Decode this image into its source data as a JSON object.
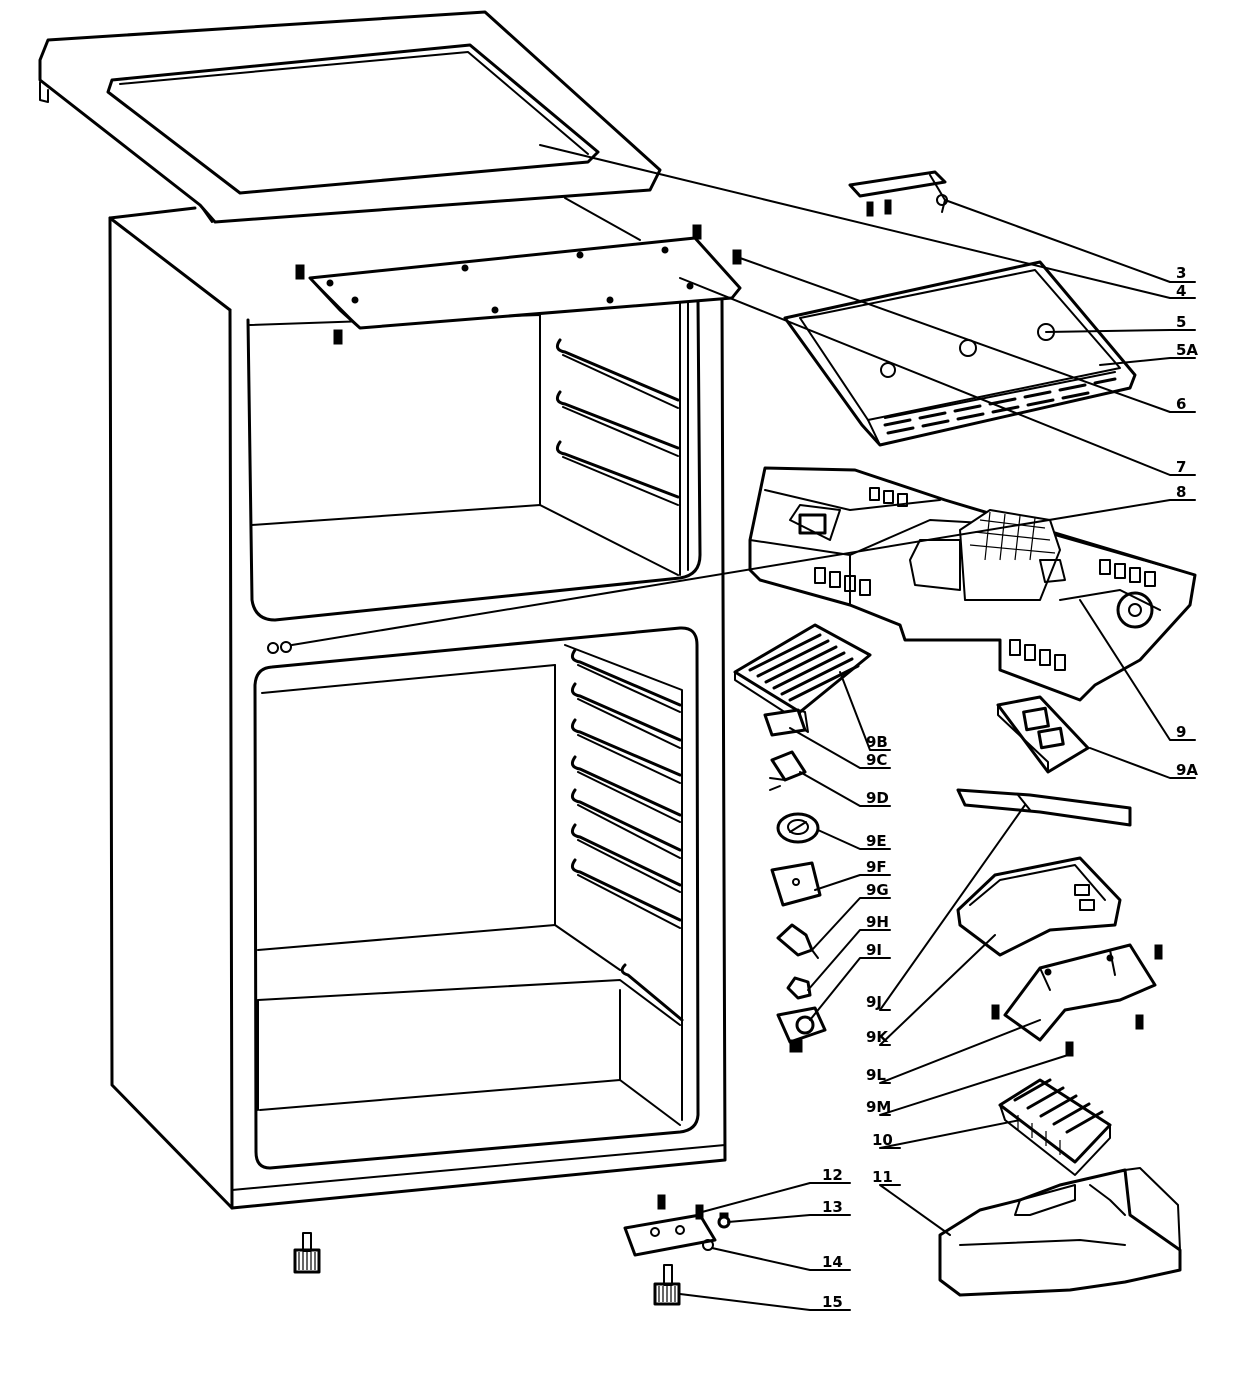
{
  "parts": [
    {
      "id": "3",
      "label": "3"
    },
    {
      "id": "4",
      "label": "4"
    },
    {
      "id": "5",
      "label": "5"
    },
    {
      "id": "5A",
      "label": "5A"
    },
    {
      "id": "6",
      "label": "6"
    },
    {
      "id": "7",
      "label": "7"
    },
    {
      "id": "8",
      "label": "8"
    },
    {
      "id": "9",
      "label": "9"
    },
    {
      "id": "9A",
      "label": "9A"
    },
    {
      "id": "9B",
      "label": "9B"
    },
    {
      "id": "9C",
      "label": "9C"
    },
    {
      "id": "9D",
      "label": "9D"
    },
    {
      "id": "9E",
      "label": "9E"
    },
    {
      "id": "9F",
      "label": "9F"
    },
    {
      "id": "9G",
      "label": "9G"
    },
    {
      "id": "9H",
      "label": "9H"
    },
    {
      "id": "9I",
      "label": "9I"
    },
    {
      "id": "9J",
      "label": "9J"
    },
    {
      "id": "9K",
      "label": "9K"
    },
    {
      "id": "9L",
      "label": "9L"
    },
    {
      "id": "9M",
      "label": "9M"
    },
    {
      "id": "10",
      "label": "10"
    },
    {
      "id": "11",
      "label": "11"
    },
    {
      "id": "12",
      "label": "12"
    },
    {
      "id": "13",
      "label": "13"
    },
    {
      "id": "14",
      "label": "14"
    },
    {
      "id": "15",
      "label": "15"
    }
  ]
}
